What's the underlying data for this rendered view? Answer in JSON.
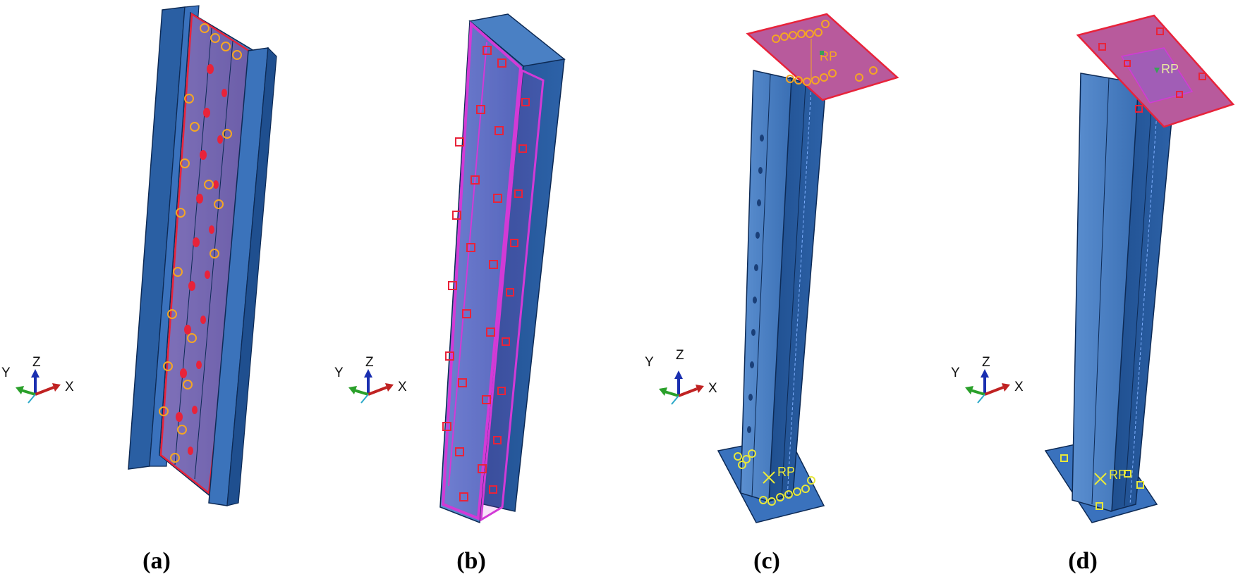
{
  "panels": [
    {
      "id": "a",
      "label": "(a)"
    },
    {
      "id": "b",
      "label": "(b)"
    },
    {
      "id": "c",
      "label": "(c)",
      "rp_top": "RP",
      "rp_bottom": "RP"
    },
    {
      "id": "d",
      "label": "(d)",
      "rp_top": "RP",
      "rp_bottom": "RP"
    }
  ],
  "triad": {
    "y": "Y",
    "z": "Z",
    "x": "X"
  },
  "colors": {
    "steel_light": "#4a80c4",
    "steel_mid": "#3a6fb4",
    "steel_dark": "#1f4f8f",
    "outline": "#0d2a55",
    "highlight_red": "#e8233a",
    "highlight_magenta": "#d23ad6",
    "node_orange": "#f5a623",
    "node_yellow": "#e8e83a",
    "plate_tint": "#c8609c"
  }
}
